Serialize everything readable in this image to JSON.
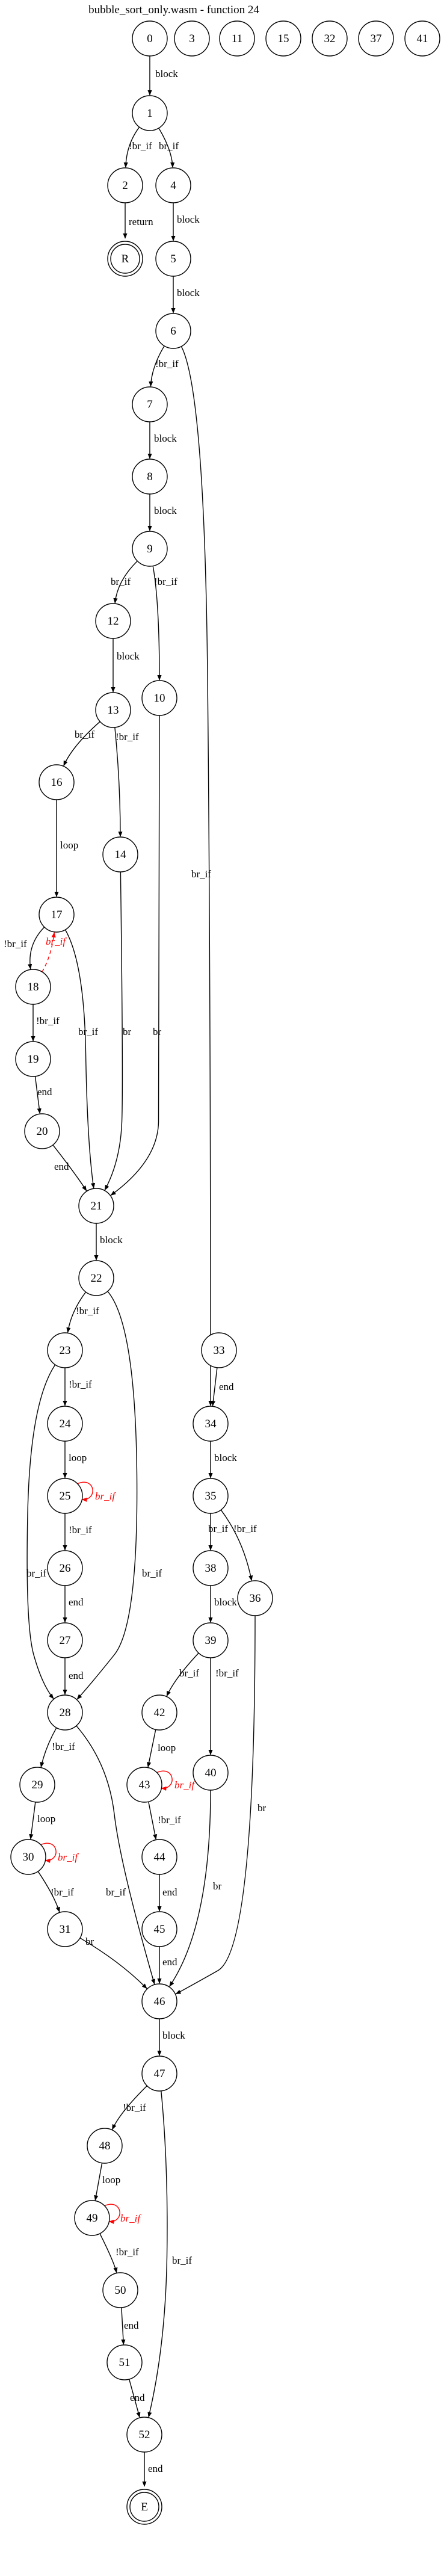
{
  "title": "bubble_sort_only.wasm - function 24",
  "colors": {
    "normal": "#000000",
    "back_edge": "#ff0000"
  },
  "nodes": [
    "0",
    "3",
    "11",
    "15",
    "32",
    "37",
    "41",
    "1",
    "2",
    "4",
    "R",
    "5",
    "6",
    "7",
    "8",
    "9",
    "12",
    "10",
    "13",
    "16",
    "14",
    "17",
    "18",
    "19",
    "20",
    "21",
    "22",
    "23",
    "33",
    "24",
    "34",
    "25",
    "35",
    "26",
    "38",
    "36",
    "27",
    "39",
    "28",
    "42",
    "40",
    "29",
    "43",
    "30",
    "44",
    "31",
    "45",
    "46",
    "47",
    "48",
    "49",
    "50",
    "51",
    "52",
    "E"
  ],
  "terminals": [
    "R",
    "E"
  ],
  "edges": [
    {
      "from": "0",
      "to": "1",
      "label": "block"
    },
    {
      "from": "1",
      "to": "2",
      "label": "!br_if"
    },
    {
      "from": "1",
      "to": "4",
      "label": "br_if"
    },
    {
      "from": "2",
      "to": "R",
      "label": "return"
    },
    {
      "from": "4",
      "to": "5",
      "label": "block"
    },
    {
      "from": "5",
      "to": "6",
      "label": "block"
    },
    {
      "from": "6",
      "to": "7",
      "label": "!br_if"
    },
    {
      "from": "6",
      "to": "34",
      "label": "br_if"
    },
    {
      "from": "7",
      "to": "8",
      "label": "block"
    },
    {
      "from": "8",
      "to": "9",
      "label": "block"
    },
    {
      "from": "9",
      "to": "12",
      "label": "br_if"
    },
    {
      "from": "9",
      "to": "10",
      "label": "!br_if"
    },
    {
      "from": "12",
      "to": "13",
      "label": "block"
    },
    {
      "from": "10",
      "to": "21",
      "label": "br"
    },
    {
      "from": "13",
      "to": "16",
      "label": "br_if"
    },
    {
      "from": "13",
      "to": "14",
      "label": "!br_if"
    },
    {
      "from": "16",
      "to": "17",
      "label": "loop"
    },
    {
      "from": "14",
      "to": "21",
      "label": "br"
    },
    {
      "from": "17",
      "to": "18",
      "label": "!br_if"
    },
    {
      "from": "17",
      "to": "21",
      "label": "br_if"
    },
    {
      "from": "18",
      "to": "17",
      "label": "br_if",
      "back": true
    },
    {
      "from": "18",
      "to": "19",
      "label": "!br_if"
    },
    {
      "from": "19",
      "to": "20",
      "label": "end"
    },
    {
      "from": "20",
      "to": "21",
      "label": "end"
    },
    {
      "from": "21",
      "to": "22",
      "label": "block"
    },
    {
      "from": "22",
      "to": "23",
      "label": "!br_if"
    },
    {
      "from": "22",
      "to": "28",
      "label": "br_if"
    },
    {
      "from": "23",
      "to": "24",
      "label": "!br_if"
    },
    {
      "from": "23",
      "to": "28",
      "label": "br_if"
    },
    {
      "from": "24",
      "to": "25",
      "label": "loop"
    },
    {
      "from": "25",
      "to": "25",
      "label": "br_if",
      "back": true
    },
    {
      "from": "25",
      "to": "26",
      "label": "!br_if"
    },
    {
      "from": "26",
      "to": "27",
      "label": "end"
    },
    {
      "from": "27",
      "to": "28",
      "label": "end"
    },
    {
      "from": "28",
      "to": "29",
      "label": "!br_if"
    },
    {
      "from": "28",
      "to": "46",
      "label": "br_if"
    },
    {
      "from": "29",
      "to": "30",
      "label": "loop"
    },
    {
      "from": "30",
      "to": "30",
      "label": "br_if",
      "back": true
    },
    {
      "from": "30",
      "to": "31",
      "label": "!br_if"
    },
    {
      "from": "31",
      "to": "46",
      "label": "br"
    },
    {
      "from": "33",
      "to": "34",
      "label": "end"
    },
    {
      "from": "34",
      "to": "35",
      "label": "block"
    },
    {
      "from": "35",
      "to": "38",
      "label": "br_if"
    },
    {
      "from": "35",
      "to": "36",
      "label": "!br_if"
    },
    {
      "from": "38",
      "to": "39",
      "label": "block"
    },
    {
      "from": "36",
      "to": "46",
      "label": "br"
    },
    {
      "from": "39",
      "to": "42",
      "label": "br_if"
    },
    {
      "from": "39",
      "to": "40",
      "label": "!br_if"
    },
    {
      "from": "42",
      "to": "43",
      "label": "loop"
    },
    {
      "from": "40",
      "to": "46",
      "label": "br"
    },
    {
      "from": "43",
      "to": "43",
      "label": "br_if",
      "back": true
    },
    {
      "from": "43",
      "to": "44",
      "label": "!br_if"
    },
    {
      "from": "44",
      "to": "45",
      "label": "end"
    },
    {
      "from": "45",
      "to": "46",
      "label": "end"
    },
    {
      "from": "46",
      "to": "47",
      "label": "block"
    },
    {
      "from": "47",
      "to": "48",
      "label": "!br_if"
    },
    {
      "from": "47",
      "to": "52",
      "label": "br_if"
    },
    {
      "from": "48",
      "to": "49",
      "label": "loop"
    },
    {
      "from": "49",
      "to": "49",
      "label": "br_if",
      "back": true
    },
    {
      "from": "49",
      "to": "50",
      "label": "!br_if"
    },
    {
      "from": "50",
      "to": "51",
      "label": "end"
    },
    {
      "from": "51",
      "to": "52",
      "label": "end"
    },
    {
      "from": "52",
      "to": "E",
      "label": "end"
    }
  ]
}
